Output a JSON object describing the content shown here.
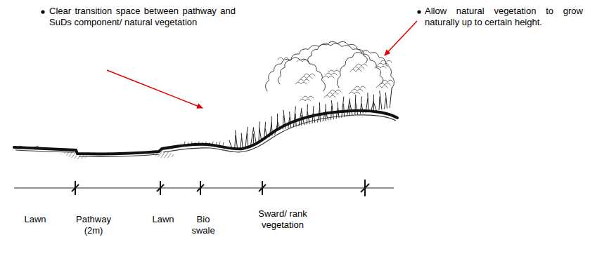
{
  "diagram": {
    "labels": [
      "Clear transition space between pathway and SuDs component/ natural vegetation",
      "Allow natural vegetation to grow naturally up to certain height.",
      "Lawn",
      "Pathway (2m)",
      "Lawn",
      "Bio swale",
      "Sward/ rank vegetation"
    ]
  }
}
